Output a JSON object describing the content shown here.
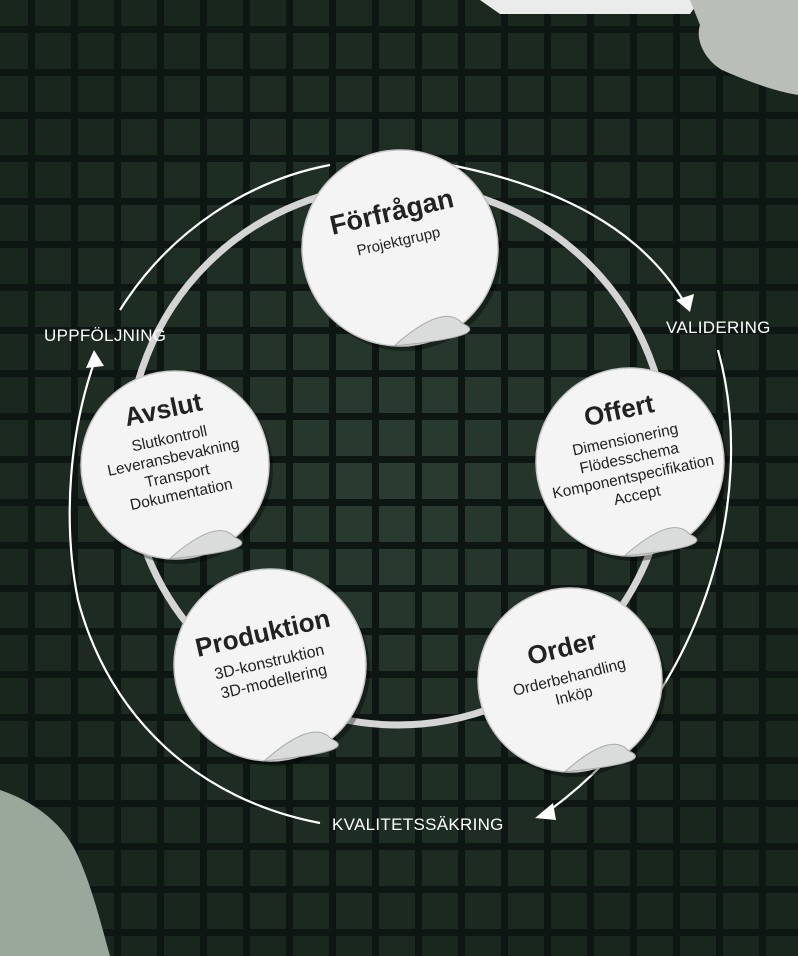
{
  "colors": {
    "background": "#1e2e29",
    "grid_line": "#0d1613",
    "cell": "#2c403a",
    "label_bubble": "#f4f4f4",
    "arrow": "#ffffff",
    "ring": "#d8d8d8"
  },
  "phases": {
    "top_right": "VALIDERING",
    "bottom": "KVALITETSSÄKRING",
    "top_left": "UPPFÖLJNING"
  },
  "steps": [
    {
      "id": "forfragan",
      "title": "Förfrågan",
      "lines": [
        "Projektgrupp"
      ]
    },
    {
      "id": "offert",
      "title": "Offert",
      "lines": [
        "Dimensionering",
        "Flödesschema",
        "Komponentspecifikation",
        "Accept"
      ]
    },
    {
      "id": "order",
      "title": "Order",
      "lines": [
        "Orderbehandling",
        "Inköp"
      ]
    },
    {
      "id": "produktion",
      "title": "Produktion",
      "lines": [
        "3D-konstruktion",
        "3D-modellering"
      ]
    },
    {
      "id": "avslut",
      "title": "Avslut",
      "lines": [
        "Slutkontroll",
        "Leveransbevakning",
        "Transport",
        "Dokumentation"
      ]
    }
  ]
}
